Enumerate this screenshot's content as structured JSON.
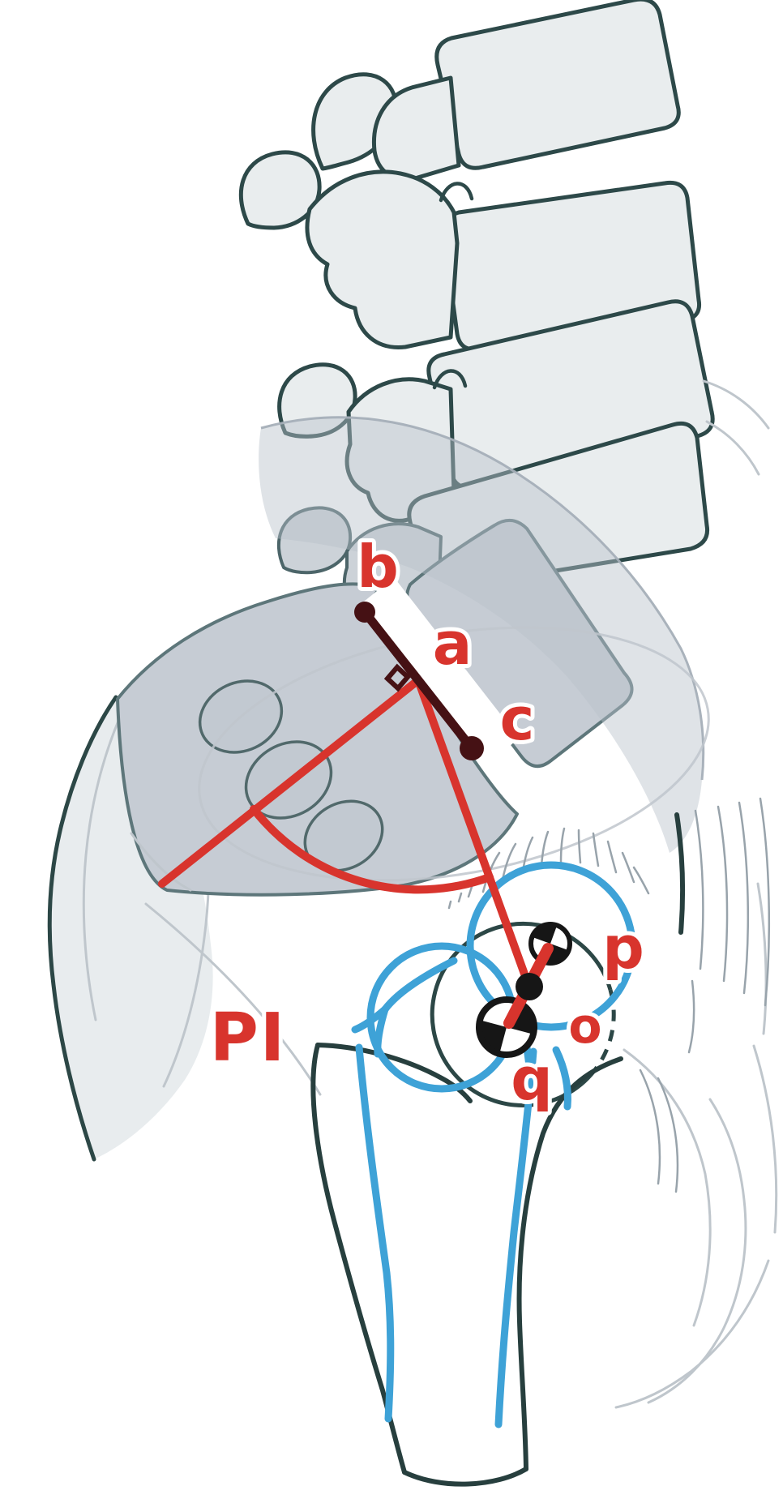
{
  "figure": {
    "type": "medical-diagram",
    "subject": "pelvic-incidence-measurement",
    "labels": {
      "b": "b",
      "a": "a",
      "c": "c",
      "p": "p",
      "o": "o",
      "q": "q",
      "pi": "PI"
    },
    "markers": {
      "sacral_endplate_line": "a (midpoint) between b and c",
      "hip_center_dot": "o",
      "center_of_rotation_upper": "p",
      "center_of_rotation_lower": "q"
    },
    "colors": {
      "red": "#d8342d",
      "dark_red": "#451114",
      "blue": "#3ea2d7",
      "outline_teal": "#2d4949",
      "bone_fill": "#e9edee",
      "sacrum_fill": "#c6ccd4",
      "ghost_gray": "#bfc6cc",
      "black": "#161616",
      "white": "#ffffff"
    }
  }
}
